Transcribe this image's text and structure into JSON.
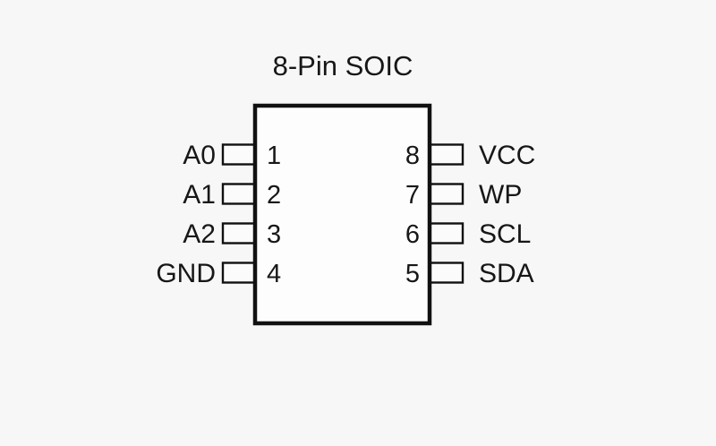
{
  "page": {
    "background_color": "#f7f7f7",
    "ink_color": "#111111",
    "body_fill": "#fdfdfd"
  },
  "title": "8-Pin SOIC",
  "package": {
    "name": "SOIC",
    "pin_count": "8"
  },
  "pins": {
    "left": [
      {
        "number": "1",
        "label": "A0"
      },
      {
        "number": "2",
        "label": "A1"
      },
      {
        "number": "3",
        "label": "A2"
      },
      {
        "number": "4",
        "label": "GND"
      }
    ],
    "right": [
      {
        "number": "8",
        "label": "VCC"
      },
      {
        "number": "7",
        "label": "WP"
      },
      {
        "number": "6",
        "label": "SCL"
      },
      {
        "number": "5",
        "label": "SDA"
      }
    ]
  }
}
